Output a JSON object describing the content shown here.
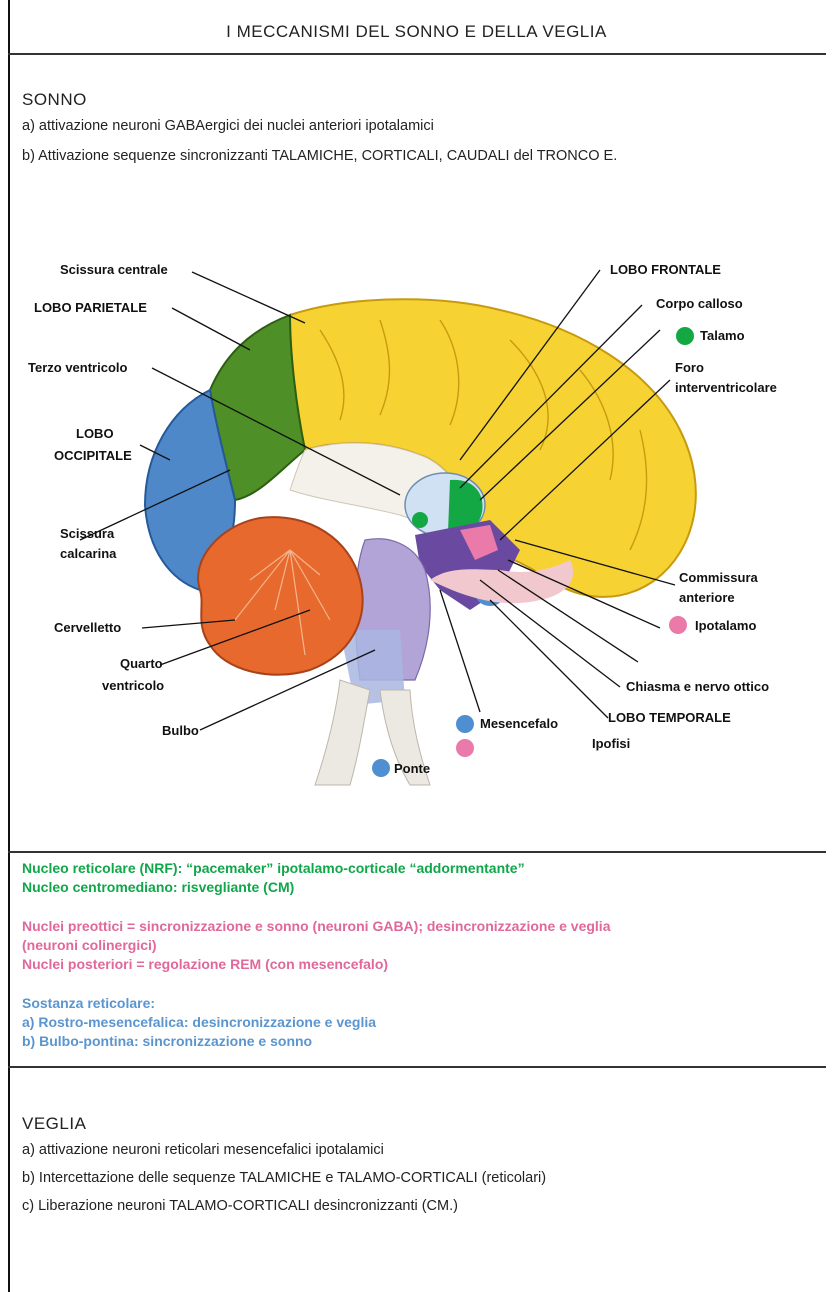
{
  "title": "I MECCANISMI DEL SONNO E DELLA VEGLIA",
  "sonno": {
    "heading": "SONNO",
    "lines": [
      "a) attivazione neuroni GABAergici dei nuclei anteriori ipotalamici",
      "b) Attivazione sequenze sincronizzanti TALAMICHE, CORTICALI, CAUDALI del TRONCO E."
    ]
  },
  "diagram": {
    "labels": {
      "scissura_centrale": "Scissura centrale",
      "lobo_parietale": "LOBO PARIETALE",
      "terzo_ventricolo": "Terzo ventricolo",
      "lobo_occipitale_1": "LOBO",
      "lobo_occipitale_2": "OCCIPITALE",
      "scissura_calcarina_1": "Scissura",
      "scissura_calcarina_2": "calcarina",
      "cervelletto": "Cervelletto",
      "quarto_ventricolo_1": "Quarto",
      "quarto_ventricolo_2": "ventricolo",
      "bulbo": "Bulbo",
      "ponte": "Ponte",
      "mesencefalo": "Mesencefalo",
      "ipofisi": "Ipofisi",
      "lobo_temporale": "LOBO TEMPORALE",
      "chiasma": "Chiasma e nervo ottico",
      "ipotalamo": "Ipotalamo",
      "commissura_1": "Commissura",
      "commissura_2": "anteriore",
      "foro_1": "Foro",
      "foro_2": "interventricolare",
      "talamo": "Talamo",
      "corpo_calloso": "Corpo calloso",
      "lobo_frontale": "LOBO FRONTALE"
    },
    "colors": {
      "frontal": "#f6d332",
      "parietal": "#4f8f27",
      "occipital": "#4f88c9",
      "cerebellum": "#e8692d",
      "talamo_dot": "#14a844",
      "pink_dot": "#e97aa9",
      "blue_dot": "#4f8fd1"
    }
  },
  "notes": {
    "green": [
      "Nucleo reticolare (NRF): “pacemaker” ipotalamo-corticale “addormentante”",
      "Nucleo centromediano: risvegliante (CM)"
    ],
    "pink": [
      "Nuclei preottici = sincronizzazione e sonno (neuroni GABA); desincronizzazione e veglia",
      "(neuroni colinergici)",
      "Nuclei posteriori = regolazione REM (con mesencefalo)"
    ],
    "blue": [
      "Sostanza reticolare:",
      "a) Rostro-mesencefalica: desincronizzazione e veglia",
      "b) Bulbo-pontina: sincronizzazione e sonno"
    ]
  },
  "veglia": {
    "heading": "VEGLIA",
    "lines": [
      "a) attivazione neuroni reticolari mesencefalici ipotalamici",
      "b) Intercettazione delle sequenze TALAMICHE e TALAMO-CORTICALI (reticolari)",
      "c) Liberazione neuroni TALAMO-CORTICALI desincronizzanti (CM.)"
    ]
  }
}
